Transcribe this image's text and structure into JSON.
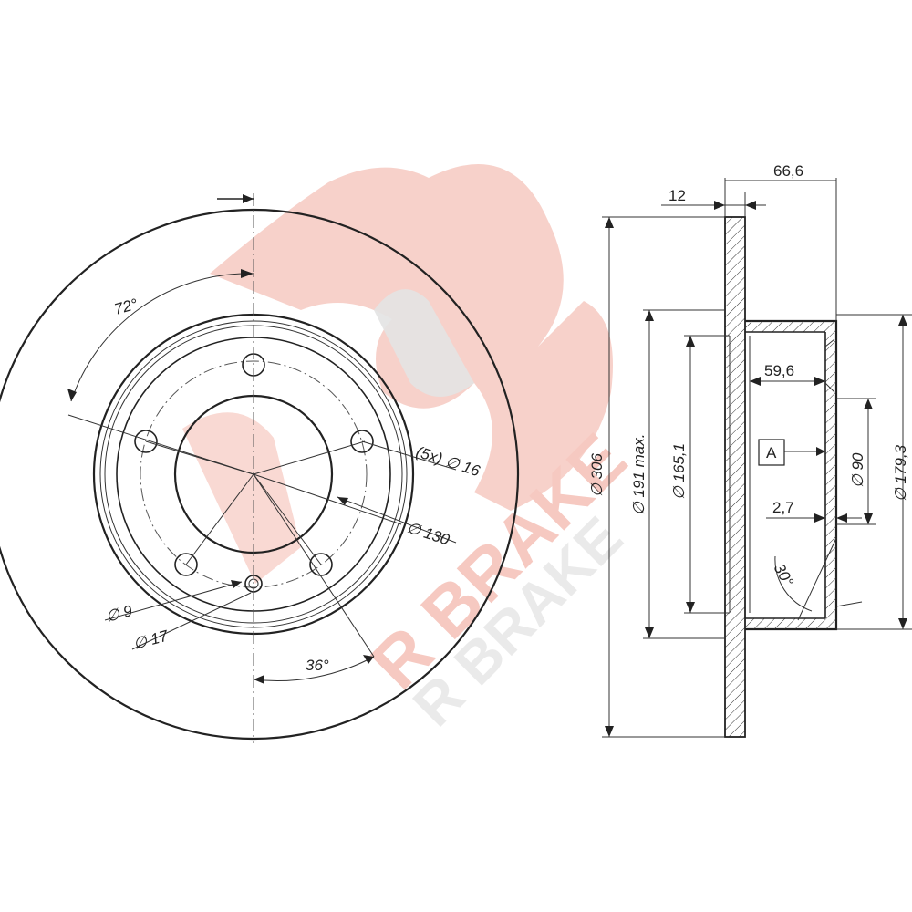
{
  "front_view": {
    "angle_72": "72°",
    "bolt_holes": "(5x) ∅ 16",
    "pcd": "∅ 130",
    "hole_9": "∅ 9",
    "hole_17": "∅ 17",
    "angle_36": "36°"
  },
  "side_view": {
    "thickness": "12",
    "offset": "66,6",
    "outer_dia": "∅ 306",
    "min_dia": "∅ 191 max.",
    "d165": "∅ 165,1",
    "depth": "59,6",
    "datum": "A",
    "d90": "∅ 90",
    "d179": "∅ 179,3",
    "d27": "2,7",
    "angle_30": "30°"
  },
  "watermark": {
    "brand": "R BRAKE",
    "brand_color": "#f6c9c1"
  }
}
